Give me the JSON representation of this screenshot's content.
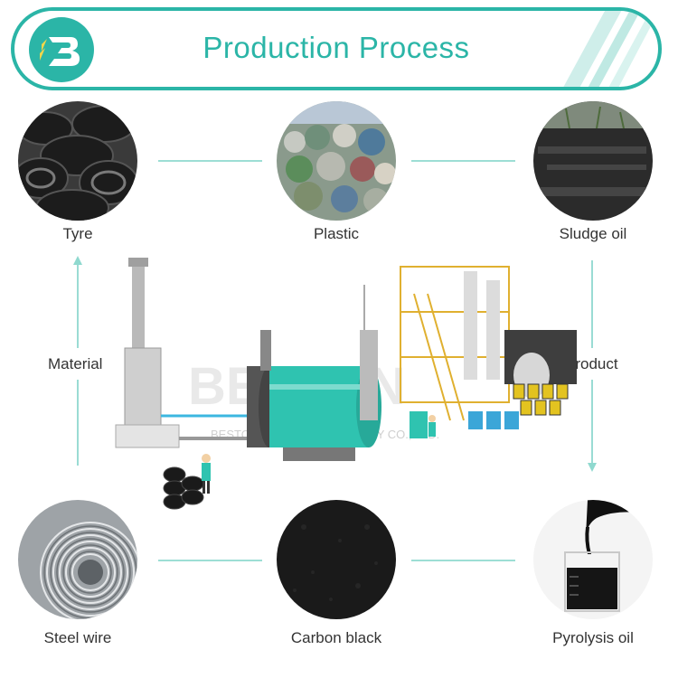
{
  "header": {
    "title": "Production Process"
  },
  "materials": [
    {
      "label": "Tyre"
    },
    {
      "label": "Plastic"
    },
    {
      "label": "Sludge oil"
    }
  ],
  "products": [
    {
      "label": "Steel wire"
    },
    {
      "label": "Carbon black"
    },
    {
      "label": "Pyrolysis oil"
    }
  ],
  "side_labels": {
    "left": "Material",
    "right": "Product"
  },
  "colors": {
    "brand": "#2bb5a7",
    "connector": "#8fd9cf"
  },
  "watermark": "BESTON (HENAN) MACHINERY CO., LTD."
}
